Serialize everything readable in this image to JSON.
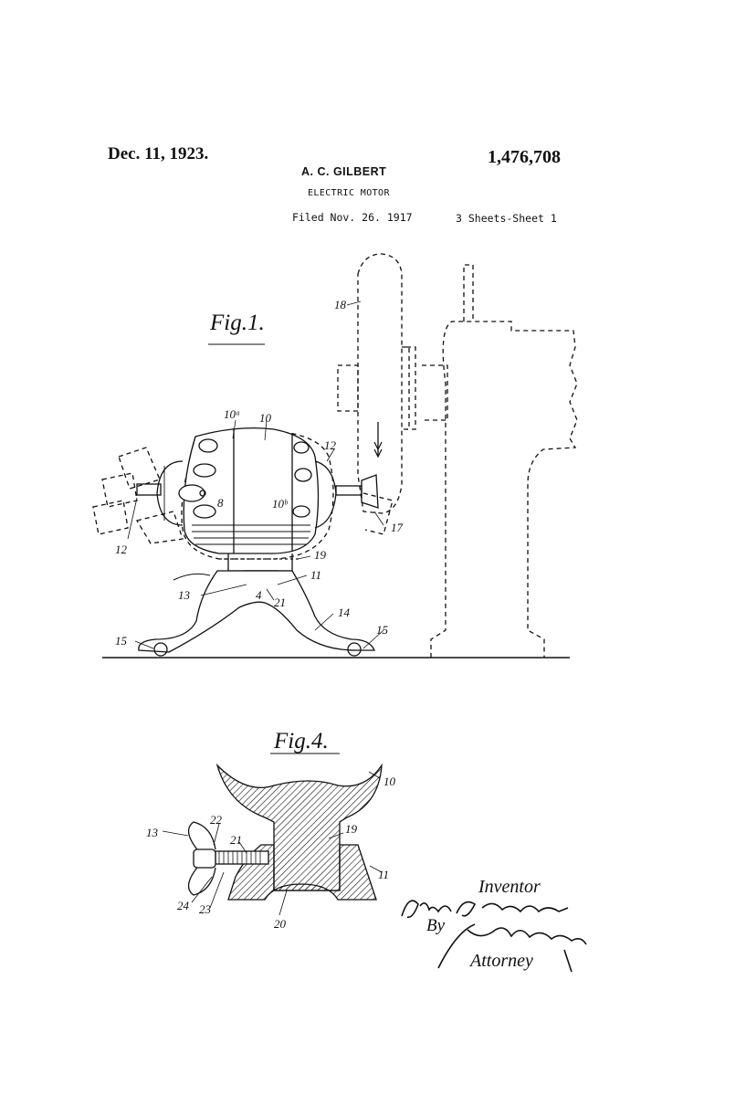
{
  "header": {
    "date": "Dec. 11, 1923.",
    "patent_number": "1,476,708",
    "inventor_name": "A. C. GILBERT",
    "title": "ELECTRIC MOTOR",
    "filed": "Filed Nov. 26. 1917",
    "sheets": "3 Sheets-Sheet 1"
  },
  "figure1": {
    "label": "Fig.1.",
    "ref_numerals": [
      "18",
      "10a",
      "10",
      "12",
      "8",
      "10b",
      "12",
      "17",
      "19",
      "11",
      "13",
      "4",
      "21",
      "14",
      "15",
      "15"
    ]
  },
  "figure4": {
    "label": "Fig.4.",
    "ref_numerals": [
      "10",
      "22",
      "13",
      "21",
      "19",
      "11",
      "24",
      "23",
      "20"
    ]
  },
  "signature": {
    "inventor_label": "Inventor",
    "inventor_signature": "Alfred C. Gilbert",
    "by_label": "By",
    "attorney_signature": "Henry F. Parker",
    "attorney_label": "Attorney"
  }
}
